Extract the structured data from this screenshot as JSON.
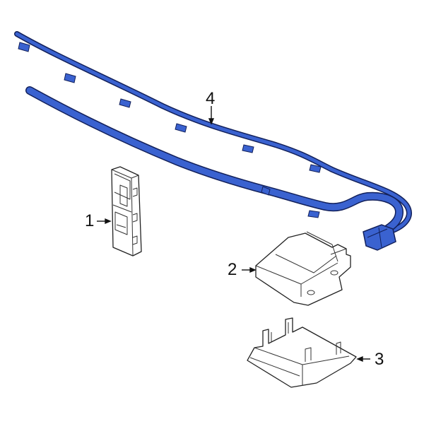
{
  "diagram": {
    "type": "exploded parts diagram",
    "colors": {
      "harness_fill": "#3a62d0",
      "harness_outline": "#12205a",
      "line_art": "#222222",
      "background": "#ffffff"
    },
    "callouts": [
      {
        "id": "1",
        "label": "1",
        "part": "module (vertical bracket-mounted unit)",
        "arrow_direction": "right"
      },
      {
        "id": "2",
        "label": "2",
        "part": "control module",
        "arrow_direction": "right"
      },
      {
        "id": "3",
        "label": "3",
        "part": "module cover / tray",
        "arrow_direction": "left"
      },
      {
        "id": "4",
        "label": "4",
        "part": "wiring harness (highlighted)",
        "arrow_direction": "down"
      }
    ]
  }
}
